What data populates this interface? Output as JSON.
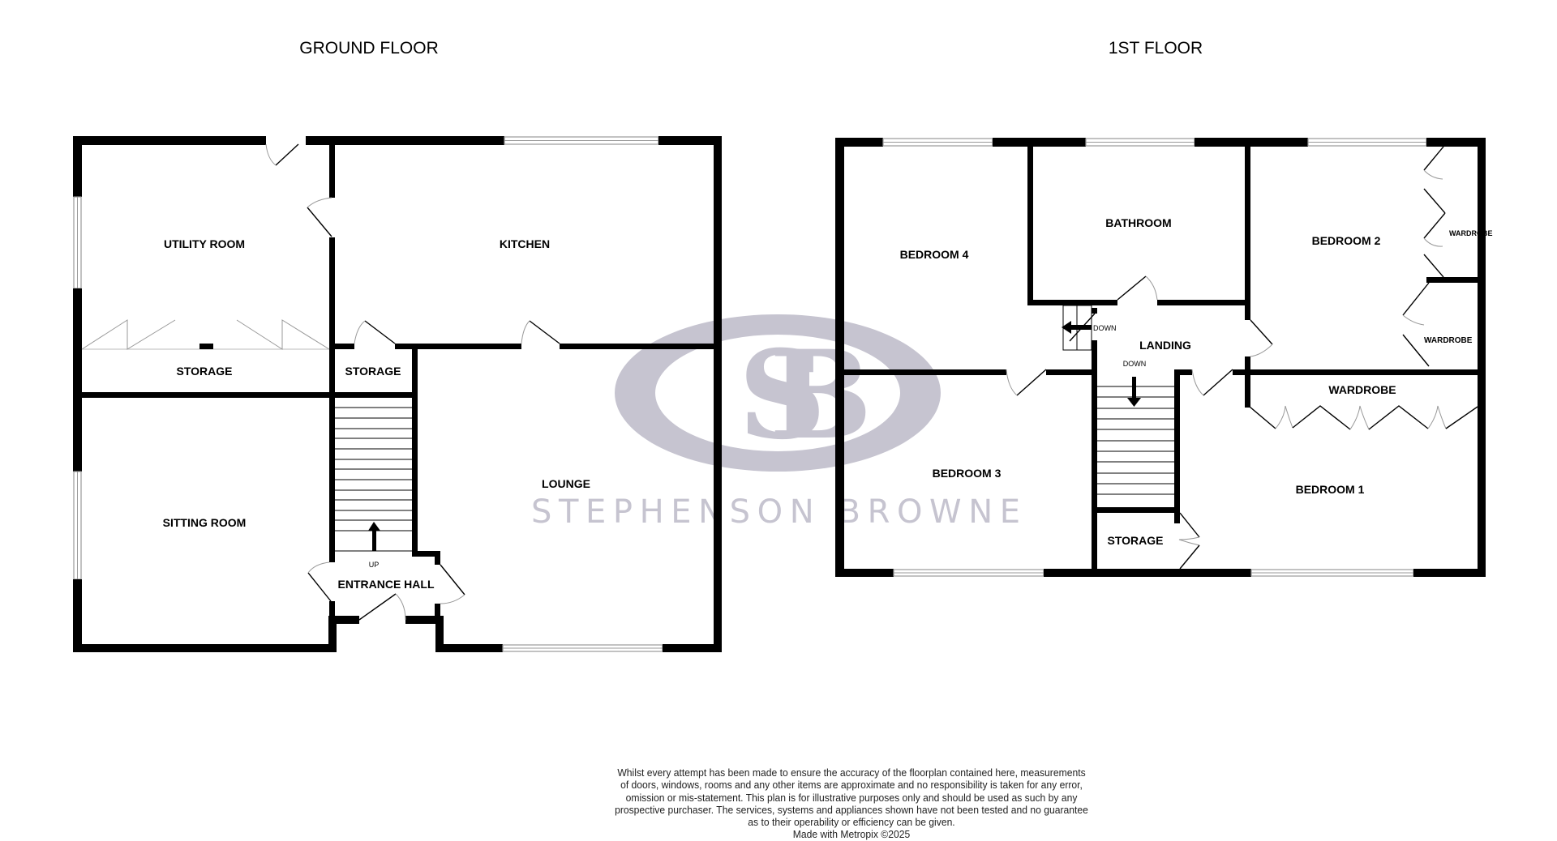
{
  "ground_floor": {
    "title": "GROUND FLOOR",
    "rooms": {
      "utility_room": "UTILITY ROOM",
      "kitchen": "KITCHEN",
      "storage_left": "STORAGE",
      "storage_center": "STORAGE",
      "sitting_room": "SITTING ROOM",
      "lounge": "LOUNGE",
      "entrance_hall": "ENTRANCE HALL"
    },
    "stair_label": "UP"
  },
  "first_floor": {
    "title": "1ST FLOOR",
    "rooms": {
      "bedroom_4": "BEDROOM 4",
      "bathroom": "BATHROOM",
      "bedroom_2": "BEDROOM 2",
      "wardrobe_b2_upper": "WARDROBE",
      "wardrobe_b2_lower": "WARDROBE",
      "landing": "LANDING",
      "wardrobe_b1": "WARDROBE",
      "bedroom_3": "BEDROOM 3",
      "bedroom_1": "BEDROOM 1",
      "storage": "STORAGE"
    },
    "stair_label_side": "DOWN",
    "stair_label_main": "DOWN"
  },
  "watermark": {
    "monogram": "SB",
    "brand_name": "STEPHENSON BROWNE",
    "color": "#c6c4d0"
  },
  "disclaimer": {
    "lines": [
      "Whilst every attempt has been made to ensure the accuracy of the floorplan contained here, measurements",
      "of doors, windows, rooms and any other items are approximate and no responsibility is taken for any error,",
      "omission or mis-statement. This plan is for illustrative purposes only and should be used as such by any",
      "prospective purchaser. The services, systems and appliances shown have not been tested and no guarantee",
      "as to their operability or efficiency can be given."
    ],
    "credit": "Made with Metropix ©2025"
  }
}
